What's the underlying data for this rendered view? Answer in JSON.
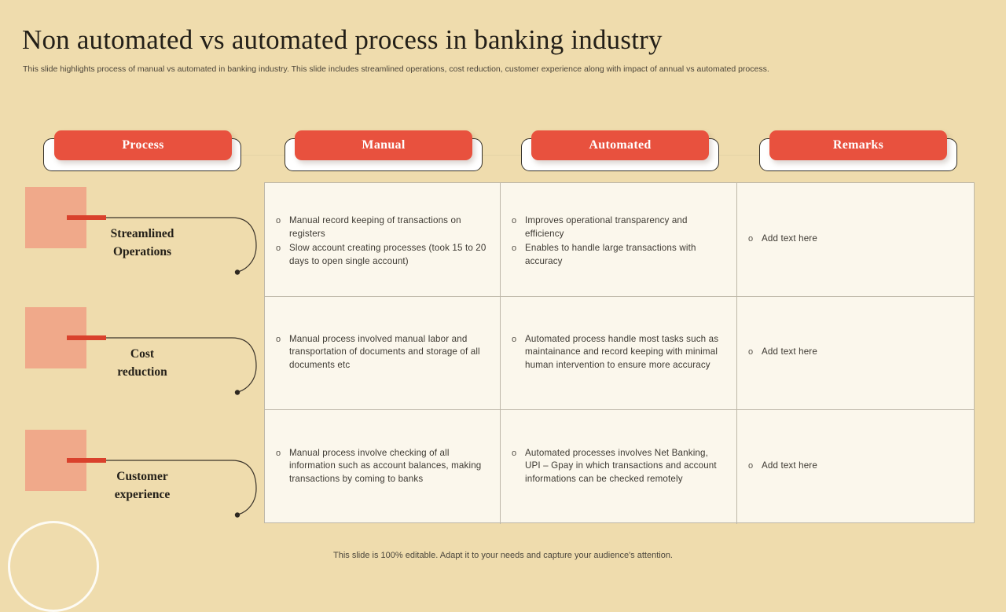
{
  "slide": {
    "title": "Non automated vs automated process in banking industry",
    "subtitle": "This slide highlights process of manual vs automated in banking industry. This slide includes streamlined operations, cost reduction, customer experience along with impact of annual vs automated process.",
    "footer": "This slide is 100% editable. Adapt it to your needs and capture your audience's attention.",
    "accent_red": "#e8513e",
    "bar_red": "#d9412c",
    "square_salmon": "#f0a98a",
    "background": "#efdcad",
    "table_bg": "#fbf7ec"
  },
  "columns": [
    {
      "label": "Process"
    },
    {
      "label": "Manual"
    },
    {
      "label": "Automated"
    },
    {
      "label": "Remarks"
    }
  ],
  "rows": [
    {
      "process": "Streamlined Operations",
      "process_line1": "Streamlined",
      "process_line2": "Operations",
      "manual": [
        "Manual record keeping of transactions on registers",
        "Slow account creating processes (took 15 to 20 days to open single account)"
      ],
      "automated": [
        "Improves operational transparency and efficiency",
        "Enables to handle large transactions with accuracy"
      ],
      "remarks": [
        "Add text here"
      ]
    },
    {
      "process": "Cost reduction",
      "process_line1": "Cost",
      "process_line2": "reduction",
      "manual": [
        "Manual process involved  manual labor and transportation of documents and storage of all documents etc"
      ],
      "automated": [
        "Automated process handle most tasks such as maintainance and record keeping with minimal human intervention to ensure more accuracy"
      ],
      "remarks": [
        "Add text here"
      ]
    },
    {
      "process": "Customer experience",
      "process_line1": "Customer",
      "process_line2": "experience",
      "manual": [
        "Manual process involve  checking of all information such as account balances, making transactions by coming to banks"
      ],
      "automated": [
        "Automated processes involves  Net Banking, UPI – Gpay in which transactions and account informations can be checked remotely"
      ],
      "remarks": [
        "Add text here"
      ]
    }
  ],
  "bullet_glyph": "o"
}
